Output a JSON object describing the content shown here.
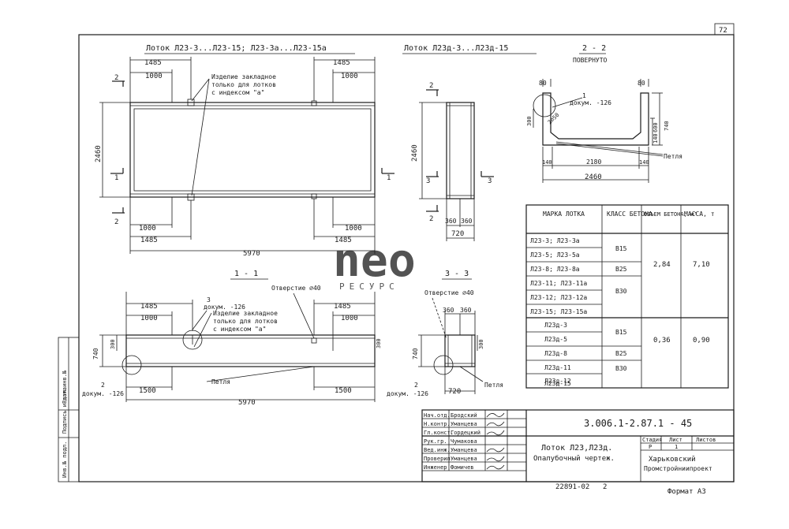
{
  "page_number": "72",
  "views": {
    "plan_a_title": "Лоток Л23-3...Л23-15; Л23-3а...Л23-15а",
    "plan_b_title": "Лоток Л23д-3...Л23д-15",
    "section22_title": "2 - 2",
    "section22_sub": "ПОВЕРНУТО",
    "section11_title": "1 - 1",
    "section33_title": "3 - 3"
  },
  "dims": {
    "d1485": "1485",
    "d1000": "1000",
    "d2460": "2460",
    "d5970": "5970",
    "d1500": "1500",
    "d740": "740",
    "d300": "300",
    "d360": "360",
    "d720": "720",
    "d80": "80",
    "d140": "140",
    "d600": "600",
    "d2180": "2180",
    "d250": "2⌀50"
  },
  "labels": {
    "embedded_note_1": "Изделие закладное",
    "embedded_note_2": "только для лотков",
    "embedded_note_3": "с индексом \"а\"",
    "hole": "Отверстие ⌀40",
    "loop": "Петля",
    "doc126": "докум. -126",
    "mark1": "1",
    "mark2": "2",
    "mark3": "3"
  },
  "table": {
    "headers": [
      "МАРКА ЛОТКА",
      "КЛАСС БЕТОНА",
      "ОБЪЕМ БЕТОНА, м³",
      "МАССА, т"
    ],
    "marks": [
      "Л23-3; Л23-3а",
      "Л23-5; Л23-5а",
      "Л23-8; Л23-8а",
      "Л23-11; Л23-11а",
      "Л23-12; Л23-12а",
      "Л23-15; Л23-15а",
      "Л23д-3",
      "Л23д-5",
      "Л23д-8",
      "Л23д-11",
      "Л23д-12",
      "Л23д-15"
    ],
    "classes": [
      "В15",
      "В25",
      "В30",
      "В15",
      "В25",
      "В30"
    ],
    "volumes": [
      "2,84",
      "0,36"
    ],
    "masses": [
      "7,10",
      "0,90"
    ]
  },
  "side_stamp": [
    "Инв.№ подл.",
    "Подпись и дата",
    "Взам.инв.№"
  ],
  "title_block": {
    "doc_code": "3.006.1-2.87.1 - 45",
    "roles": [
      "Нач.отд.",
      "Н.контр.",
      "Гл.конст.",
      "Рук.гр.",
      "Вед.инж.",
      "Проверил",
      "Инженер"
    ],
    "names": [
      "Бродский",
      "Уманцева",
      "Гордецкий",
      "Чумакова",
      "Уманцева",
      "Уманцева",
      "Фомичев"
    ],
    "title_line1": "Лоток Л23,Л23д.",
    "title_line2": "Опалубочный чертеж.",
    "stage_head": "Стадия",
    "sheet_head": "Лист",
    "sheets_head": "Листов",
    "stage": "Р",
    "sheet": "1",
    "org1": "Харьковский",
    "org2": "Промстройниипроект"
  },
  "footer": {
    "inv": "22891-02",
    "num": "2",
    "format": "Формат А3"
  },
  "watermark": {
    "word": "neo",
    "sub": "РЕСУРС",
    "color": "#9ec6e8"
  }
}
